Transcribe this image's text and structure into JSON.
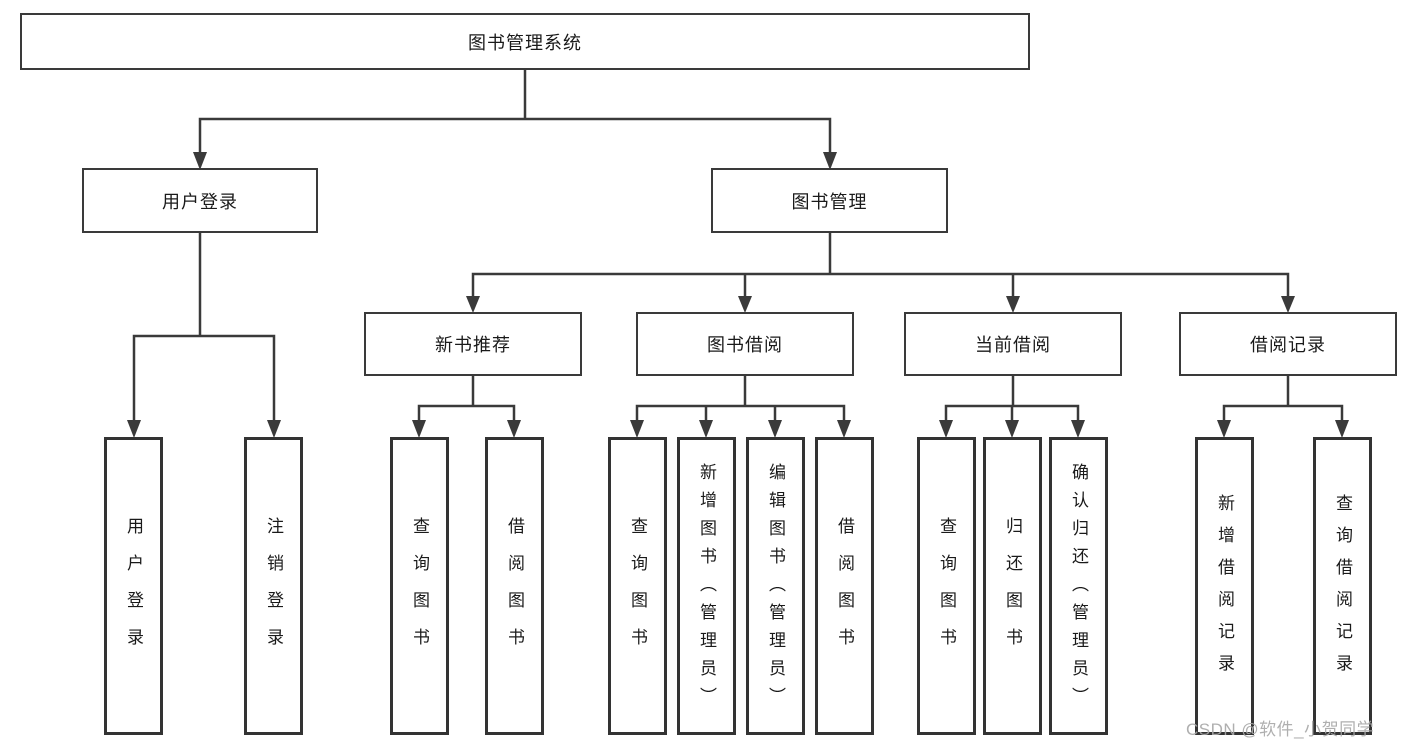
{
  "tree": {
    "label": "图书管理系统",
    "children": [
      {
        "label": "用户登录",
        "children": [
          {
            "label": "用户登录"
          },
          {
            "label": "注销登录"
          }
        ]
      },
      {
        "label": "图书管理",
        "children": [
          {
            "label": "新书推荐",
            "children": [
              {
                "label": "查询图书"
              },
              {
                "label": "借阅图书"
              }
            ]
          },
          {
            "label": "图书借阅",
            "children": [
              {
                "label": "查询图书"
              },
              {
                "label": "新增图书（管理员）"
              },
              {
                "label": "编辑图书（管理员）"
              },
              {
                "label": "借阅图书"
              }
            ]
          },
          {
            "label": "当前借阅",
            "children": [
              {
                "label": "查询图书"
              },
              {
                "label": "归还图书"
              },
              {
                "label": "确认归还（管理员）"
              }
            ]
          },
          {
            "label": "借阅记录",
            "children": [
              {
                "label": "新增借阅记录"
              },
              {
                "label": "查询借阅记录"
              }
            ]
          }
        ]
      }
    ]
  },
  "watermark": {
    "text": "CSDN @软件_小贺同学"
  },
  "colors": {
    "line": "#3a3a3a",
    "text": "#1a1a1a",
    "box_background": "#ffffff",
    "watermark": "#a9a9a9"
  }
}
